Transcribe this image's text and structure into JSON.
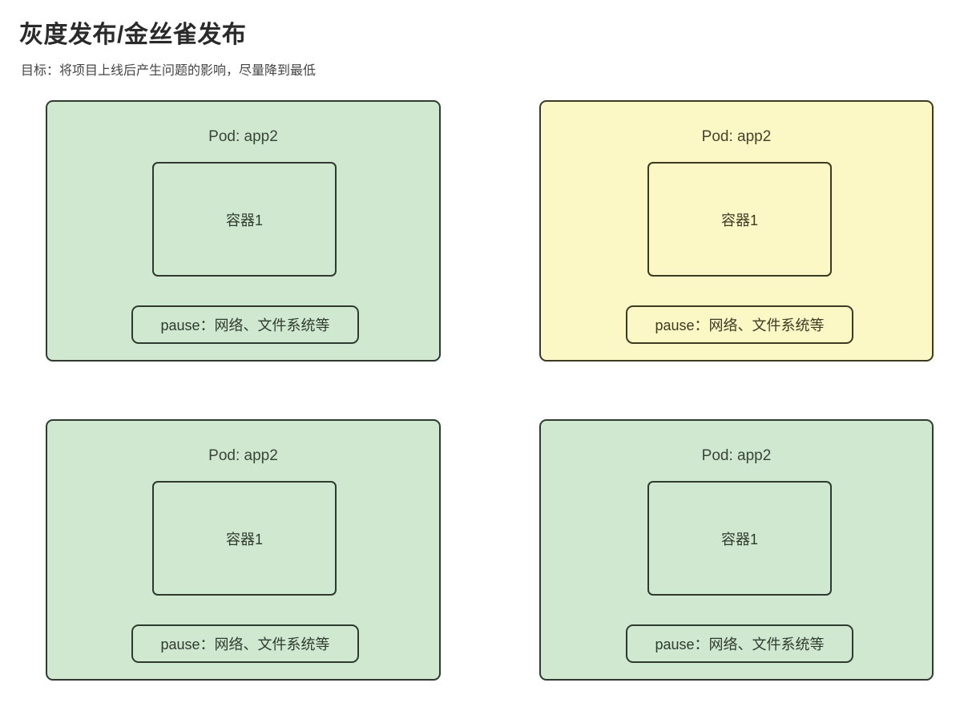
{
  "page": {
    "title": "灰度发布/金丝雀发布",
    "subtitle": "目标：将项目上线后产生问题的影响，尽量降到最低"
  },
  "colors": {
    "green_fill": "#cfe8cf",
    "green_border": "#2f3b2f",
    "yellow_fill": "#fbf8c6",
    "yellow_border": "#3c3a22",
    "page_background": "#ffffff",
    "title_text": "#2a2a2a",
    "subtitle_text": "#444444"
  },
  "pods": [
    {
      "id": "top-left",
      "state": "green",
      "label": "Pod: app2",
      "container_label": "容器1",
      "pause_label": "pause：网络、文件系统等"
    },
    {
      "id": "top-right",
      "state": "yellow",
      "label": "Pod: app2",
      "container_label": "容器1",
      "pause_label": "pause：网络、文件系统等"
    },
    {
      "id": "bottom-left",
      "state": "green",
      "label": "Pod: app2",
      "container_label": "容器1",
      "pause_label": "pause：网络、文件系统等"
    },
    {
      "id": "bottom-right",
      "state": "green",
      "label": "Pod: app2",
      "container_label": "容器1",
      "pause_label": "pause：网络、文件系统等"
    }
  ]
}
